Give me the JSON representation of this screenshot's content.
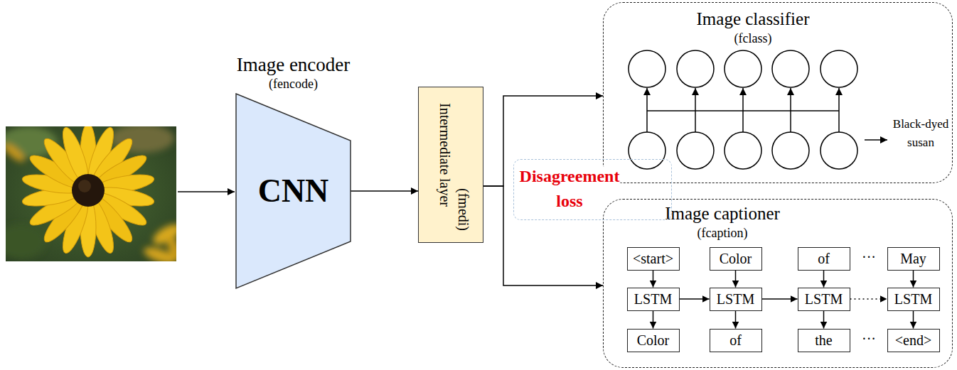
{
  "diagram": {
    "nodes": [
      {
        "text": [
          "Image encoder",
          "(fencode)",
          "CNN"
        ]
      },
      {
        "text": [
          "Intermediate layer",
          "(fmedi)"
        ]
      },
      {
        "text": [
          "Image classifier",
          "(fclass)",
          "Black-dyed susan"
        ]
      },
      {
        "text": [
          "Disagreement loss"
        ]
      },
      {
        "text": [
          "Image captioner",
          "(fcaption)"
        ]
      },
      {
        "text": [
          "<start>"
        ],
        "in": 4
      },
      {
        "text": [
          "Color"
        ],
        "in": 4
      },
      {
        "text": [
          "of"
        ],
        "in": 4
      },
      {
        "text": [
          "May"
        ],
        "in": 4
      },
      {
        "text": [
          "LSTM"
        ],
        "in": 4
      },
      {
        "text": [
          "LSTM"
        ],
        "in": 4
      },
      {
        "text": [
          "LSTM"
        ],
        "in": 4
      },
      {
        "text": [
          "LSTM"
        ],
        "in": 4
      },
      {
        "text": [
          "Color"
        ],
        "in": 4
      },
      {
        "text": [
          "of"
        ],
        "in": 4
      },
      {
        "text": [
          "the"
        ],
        "in": 4
      },
      {
        "text": [
          "<end>"
        ],
        "in": 4
      }
    ],
    "edges": [
      {
        "from": 0,
        "to": 1,
        "arrow": "to"
      },
      {
        "from": 1,
        "to": 2,
        "arrow": "to"
      },
      {
        "from": 1,
        "to": 4,
        "arrow": "to"
      },
      {
        "from": 5,
        "to": 9,
        "arrow": "to"
      },
      {
        "from": 9,
        "to": 13,
        "arrow": "to"
      },
      {
        "from": 6,
        "to": 10,
        "arrow": "to"
      },
      {
        "from": 10,
        "to": 14,
        "arrow": "to"
      },
      {
        "from": 7,
        "to": 11,
        "arrow": "to"
      },
      {
        "from": 11,
        "to": 15,
        "arrow": "to"
      },
      {
        "from": 8,
        "to": 12,
        "arrow": "to"
      },
      {
        "from": 12,
        "to": 16,
        "arrow": "to"
      },
      {
        "from": 9,
        "to": 10,
        "arrow": "to"
      },
      {
        "from": 10,
        "to": 11,
        "arrow": "to"
      },
      {
        "from": 11,
        "to": 12,
        "arrow": "to"
      }
    ],
    "labels": [
      "···",
      "···"
    ]
  }
}
